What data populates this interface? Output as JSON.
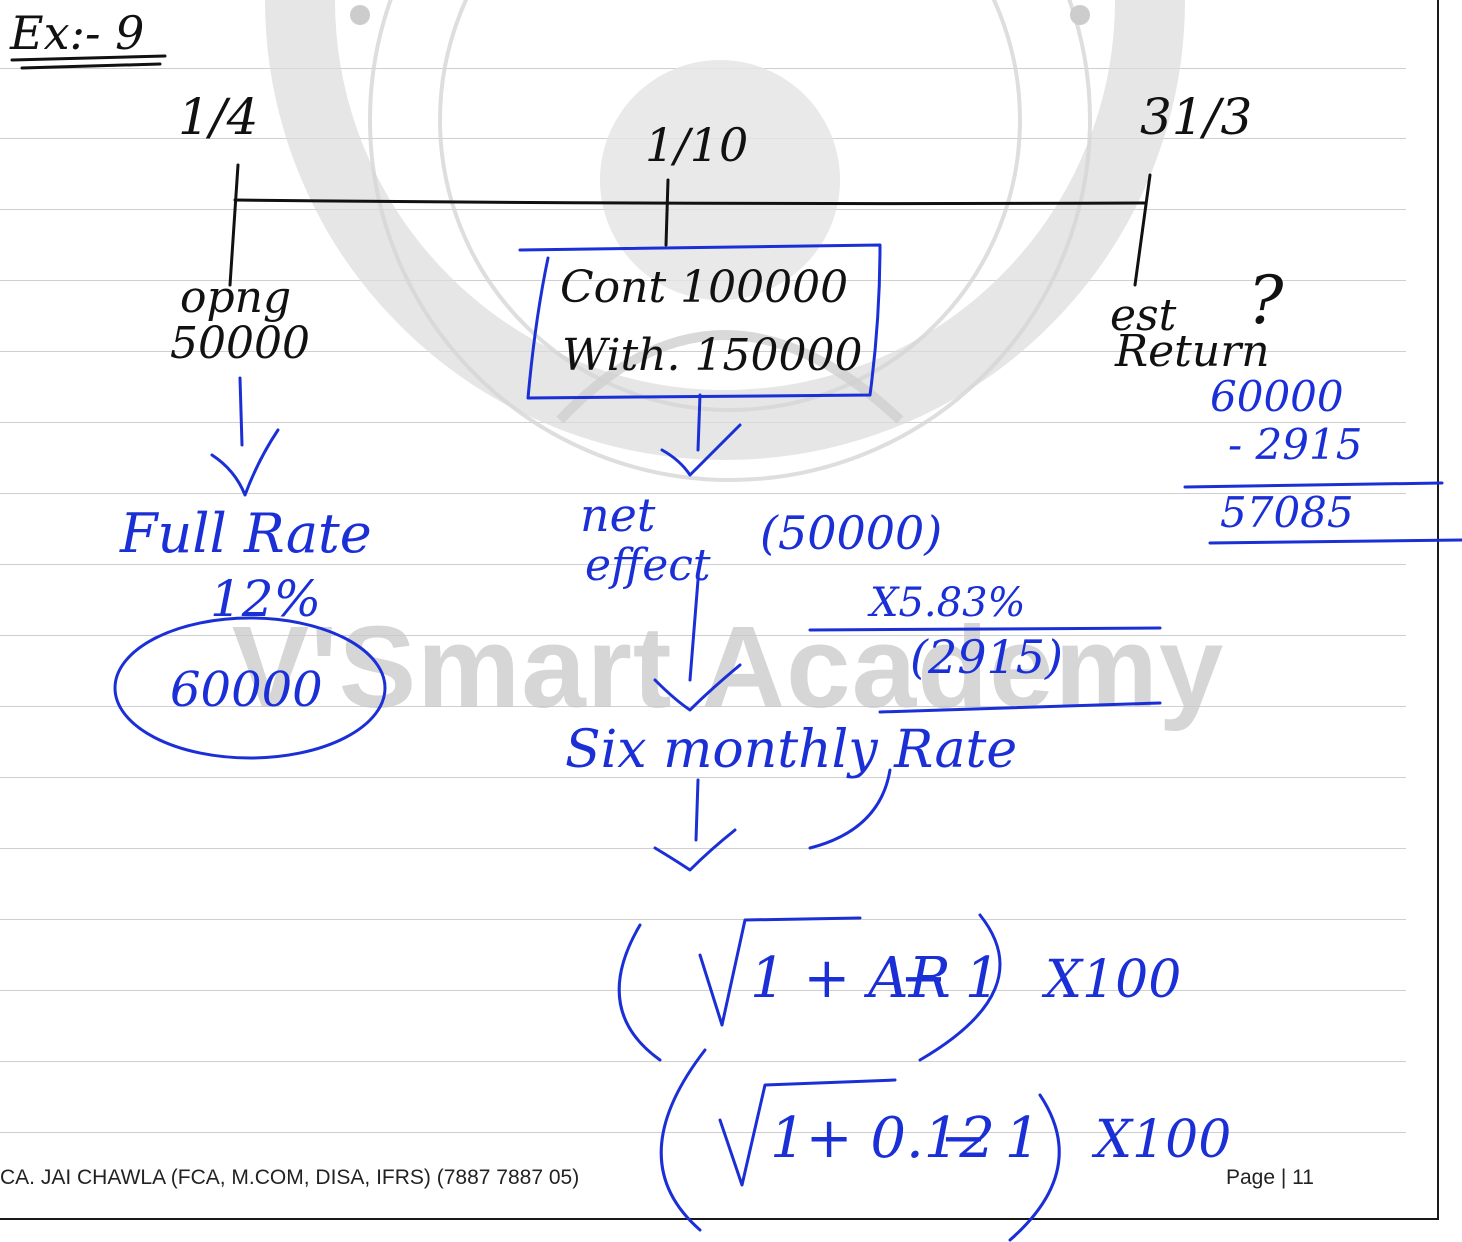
{
  "header": {
    "example_label": "Ex:- 9"
  },
  "timeline": {
    "start_date": "1/4",
    "mid_date": "1/10",
    "end_date": "31/3"
  },
  "opening": {
    "label": "opng",
    "amount": "50000",
    "rate_label": "Full Rate",
    "rate_value": "12%",
    "result": "60000"
  },
  "middle": {
    "box_line1": "Cont 100000",
    "box_line2": "With. 150000",
    "net_label": "net",
    "effect_label": "effect",
    "net_amount": "(50000)",
    "multiplier": "X5.83%",
    "net_result": "(2915)",
    "six_monthly_label": "Six monthly Rate"
  },
  "closing": {
    "est_label": "est",
    "question": "?",
    "return_label": "Return",
    "calc_line1": "60000",
    "calc_line2": "- 2915",
    "calc_result": "57085"
  },
  "formula": {
    "line1_expr": "1 + AR",
    "line1_minus": "− 1",
    "line1_times": "X100",
    "line2_expr": "1+ 0.12",
    "line2_minus": "− 1",
    "line2_times": "X100"
  },
  "watermark": {
    "text": "V'Smart Academy"
  },
  "footer": {
    "author": "CA. JAI CHAWLA (FCA, M.COM, DISA, IFRS) (7887 7887 05)",
    "page_label": "Page | 11"
  }
}
